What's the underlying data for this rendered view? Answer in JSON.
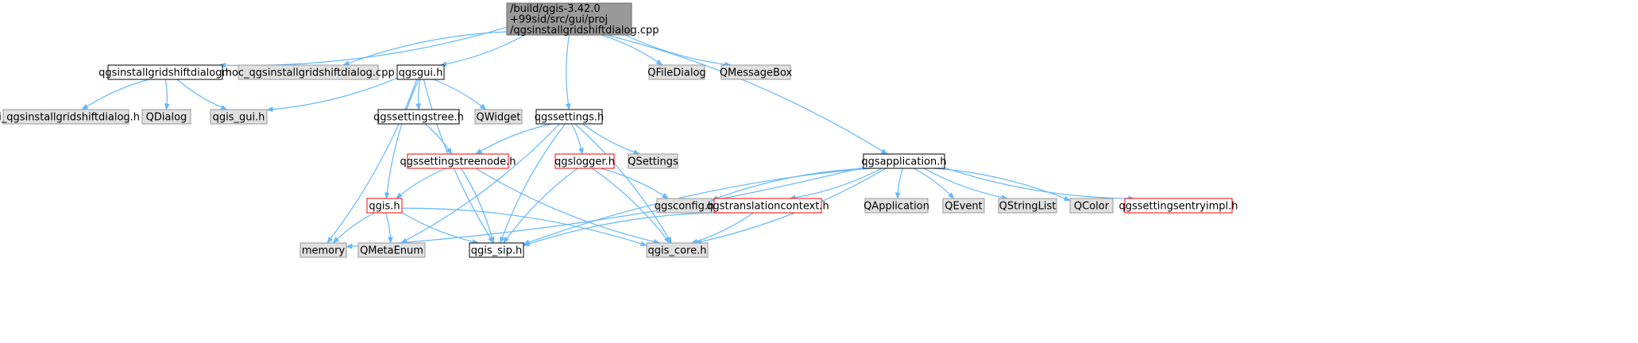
{
  "colors": {
    "edge": "#63b8ff",
    "root_fill": "#999999",
    "doc_fill": "#ffffff",
    "doc_border": "#000000",
    "ext_fill": "#e0e0e0",
    "ext_border": "#999999",
    "trunc_border": "#ff0000"
  },
  "nodes": [
    {
      "id": "root",
      "kind": "root",
      "lines": [
        "/build/qgis-3.42.0",
        "+99sid/src/gui/proj",
        "/qgsinstallgridshiftdialog.cpp"
      ]
    },
    {
      "id": "qgsinstallgridshiftdialog_h",
      "kind": "doc",
      "lines": [
        "qgsinstallgridshiftdialog.h"
      ]
    },
    {
      "id": "moc_cpp",
      "kind": "ext",
      "lines": [
        "moc_qgsinstallgridshiftdialog.cpp"
      ]
    },
    {
      "id": "qgsgui_h",
      "kind": "doc",
      "lines": [
        "qgsgui.h"
      ]
    },
    {
      "id": "qfiledialog",
      "kind": "ext",
      "lines": [
        "QFileDialog"
      ]
    },
    {
      "id": "qmessagebox",
      "kind": "ext",
      "lines": [
        "QMessageBox"
      ]
    },
    {
      "id": "ui_h",
      "kind": "ext",
      "lines": [
        "ui_qgsinstallgridshiftdialog.h"
      ]
    },
    {
      "id": "qdialog",
      "kind": "ext",
      "lines": [
        "QDialog"
      ]
    },
    {
      "id": "qgis_gui_h",
      "kind": "ext",
      "lines": [
        "qgis_gui.h"
      ]
    },
    {
      "id": "qgssettingstree_h",
      "kind": "doc",
      "lines": [
        "qgssettingstree.h"
      ]
    },
    {
      "id": "qwidget",
      "kind": "ext",
      "lines": [
        "QWidget"
      ]
    },
    {
      "id": "qgssettings_h",
      "kind": "doc",
      "lines": [
        "qgssettings.h"
      ]
    },
    {
      "id": "qgssettingstreenode_h",
      "kind": "trunc",
      "lines": [
        "qgssettingstreenode.h"
      ]
    },
    {
      "id": "qgslogger_h",
      "kind": "trunc",
      "lines": [
        "qgslogger.h"
      ]
    },
    {
      "id": "qsettings",
      "kind": "ext",
      "lines": [
        "QSettings"
      ]
    },
    {
      "id": "qgsapplication_h",
      "kind": "doc",
      "lines": [
        "qgsapplication.h"
      ]
    },
    {
      "id": "qgis_h",
      "kind": "trunc",
      "lines": [
        "qgis.h"
      ]
    },
    {
      "id": "qgsconfig_h",
      "kind": "ext",
      "lines": [
        "qgsconfig.h"
      ]
    },
    {
      "id": "qgstranslationcontext_h",
      "kind": "trunc",
      "lines": [
        "qgstranslationcontext.h"
      ]
    },
    {
      "id": "qapplication",
      "kind": "ext",
      "lines": [
        "QApplication"
      ]
    },
    {
      "id": "qevent",
      "kind": "ext",
      "lines": [
        "QEvent"
      ]
    },
    {
      "id": "qstringlist",
      "kind": "ext",
      "lines": [
        "QStringList"
      ]
    },
    {
      "id": "qcolor",
      "kind": "ext",
      "lines": [
        "QColor"
      ]
    },
    {
      "id": "qgssettingsentryimpl_h",
      "kind": "trunc",
      "lines": [
        "qgssettingsentryimpl.h"
      ]
    },
    {
      "id": "memory",
      "kind": "ext",
      "lines": [
        "memory"
      ]
    },
    {
      "id": "qmetaenum",
      "kind": "ext",
      "lines": [
        "QMetaEnum"
      ]
    },
    {
      "id": "qgis_sip_h",
      "kind": "doc",
      "lines": [
        "qgis_sip.h"
      ]
    },
    {
      "id": "qgis_core_h",
      "kind": "ext",
      "lines": [
        "qgis_core.h"
      ]
    }
  ],
  "edges": [
    {
      "from": "root",
      "to": "qgsinstallgridshiftdialog_h"
    },
    {
      "from": "root",
      "to": "moc_cpp"
    },
    {
      "from": "root",
      "to": "qgsgui_h"
    },
    {
      "from": "root",
      "to": "qgssettings_h"
    },
    {
      "from": "root",
      "to": "qfiledialog"
    },
    {
      "from": "root",
      "to": "qmessagebox"
    },
    {
      "from": "root",
      "to": "qgsapplication_h"
    },
    {
      "from": "qgsinstallgridshiftdialog_h",
      "to": "ui_h"
    },
    {
      "from": "qgsinstallgridshiftdialog_h",
      "to": "qdialog"
    },
    {
      "from": "qgsinstallgridshiftdialog_h",
      "to": "qgis_gui_h"
    },
    {
      "from": "qgsgui_h",
      "to": "qgis_gui_h"
    },
    {
      "from": "qgsgui_h",
      "to": "qgssettingstree_h"
    },
    {
      "from": "qgsgui_h",
      "to": "qwidget"
    },
    {
      "from": "qgsgui_h",
      "to": "qgis_h"
    },
    {
      "from": "qgsgui_h",
      "to": "memory"
    },
    {
      "from": "qgsgui_h",
      "to": "qgis_sip_h"
    },
    {
      "from": "qgssettingstree_h",
      "to": "qgssettingstreenode_h"
    },
    {
      "from": "qgssettings_h",
      "to": "qgssettingstreenode_h"
    },
    {
      "from": "qgssettings_h",
      "to": "qgslogger_h"
    },
    {
      "from": "qgssettings_h",
      "to": "qsettings"
    },
    {
      "from": "qgssettings_h",
      "to": "qmetaenum"
    },
    {
      "from": "qgssettings_h",
      "to": "qgis_sip_h"
    },
    {
      "from": "qgssettings_h",
      "to": "qgis_core_h"
    },
    {
      "from": "qgssettingstreenode_h",
      "to": "qgis_h"
    },
    {
      "from": "qgssettingstreenode_h",
      "to": "qgis_sip_h"
    },
    {
      "from": "qgssettingstreenode_h",
      "to": "qgis_core_h"
    },
    {
      "from": "qgslogger_h",
      "to": "qgsconfig_h"
    },
    {
      "from": "qgslogger_h",
      "to": "qgis_sip_h"
    },
    {
      "from": "qgslogger_h",
      "to": "qgis_core_h"
    },
    {
      "from": "qgis_h",
      "to": "memory"
    },
    {
      "from": "qgis_h",
      "to": "qmetaenum"
    },
    {
      "from": "qgis_h",
      "to": "qgis_sip_h"
    },
    {
      "from": "qgis_h",
      "to": "qgis_core_h"
    },
    {
      "from": "qgsapplication_h",
      "to": "qgsconfig_h"
    },
    {
      "from": "qgsapplication_h",
      "to": "qgstranslationcontext_h"
    },
    {
      "from": "qgsapplication_h",
      "to": "qapplication"
    },
    {
      "from": "qgsapplication_h",
      "to": "qevent"
    },
    {
      "from": "qgsapplication_h",
      "to": "qstringlist"
    },
    {
      "from": "qgsapplication_h",
      "to": "qcolor"
    },
    {
      "from": "qgsapplication_h",
      "to": "qgssettingsentryimpl_h"
    },
    {
      "from": "qgsapplication_h",
      "to": "memory"
    },
    {
      "from": "qgsapplication_h",
      "to": "qgis_sip_h"
    },
    {
      "from": "qgsapplication_h",
      "to": "qgis_core_h"
    },
    {
      "from": "qgstranslationcontext_h",
      "to": "qgis_sip_h"
    },
    {
      "from": "qgstranslationcontext_h",
      "to": "qgis_core_h"
    }
  ]
}
